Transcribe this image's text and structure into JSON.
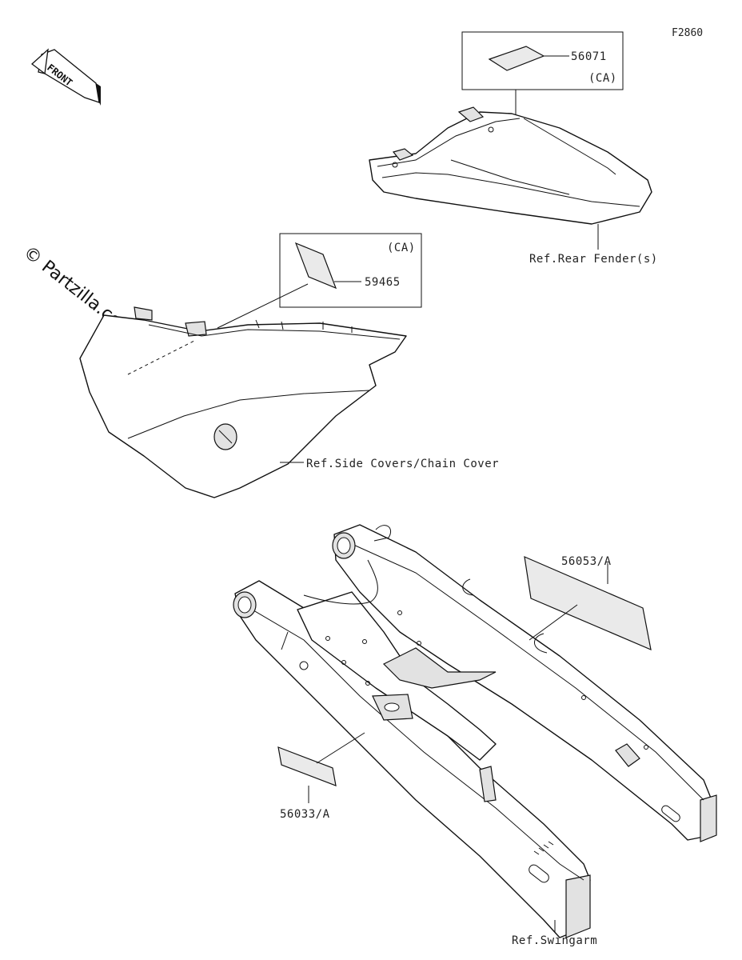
{
  "figure_code": "F2860",
  "watermark": "© Partzilla.com",
  "front_label": "FRONT",
  "callouts": {
    "part_56071": "56071",
    "ca_top": "(CA)",
    "ref_rear_fender": "Ref.Rear Fender(s)",
    "ca_side": "(CA)",
    "part_59465": "59465",
    "ref_side_covers": "Ref.Side Covers/Chain Cover",
    "part_56053": "56053/A",
    "part_56033": "56033/A",
    "ref_swingarm": "Ref.Swingarm"
  }
}
